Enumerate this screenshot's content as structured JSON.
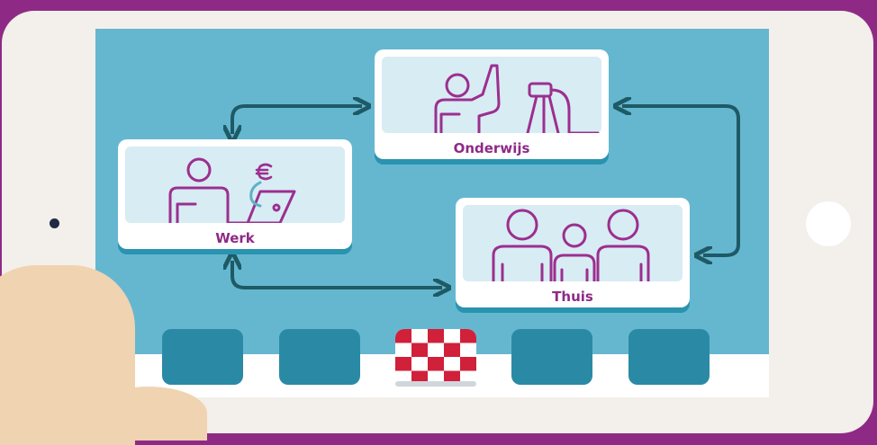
{
  "colors": {
    "background": "#8e2a86",
    "screen": "#65b7d0",
    "card_accent": "#8e2a86",
    "arrow": "#1e5a66",
    "app_tile": "#2a8aa6",
    "flag_red": "#d0203a"
  },
  "cards": {
    "werk": {
      "label": "Werk",
      "icon": "person-with-laptop-euro-icon"
    },
    "onderwijs": {
      "label": "Onderwijs",
      "icon": "person-raising-hand-with-camera-icon"
    },
    "thuis": {
      "label": "Thuis",
      "icon": "family-icon"
    }
  },
  "dock": {
    "apps": [
      "app-tile",
      "app-tile",
      "brabant-flag-app",
      "app-tile",
      "app-tile"
    ]
  }
}
